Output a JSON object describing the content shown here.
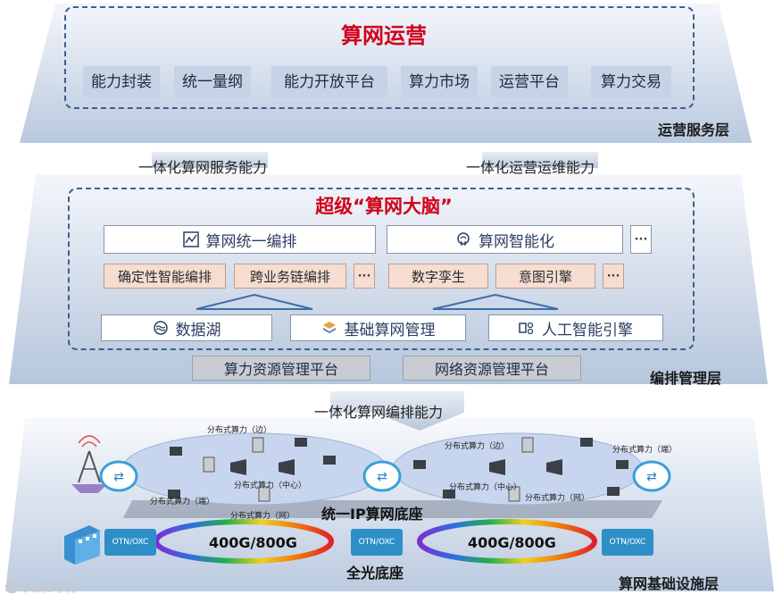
{
  "ops_layer": {
    "title": "算网运营",
    "items": [
      "能力封装",
      "统一量纲",
      "能力开放平台",
      "算力市场",
      "运营平台",
      "算力交易"
    ],
    "layer_label": "运营服务层"
  },
  "connectors_top": {
    "left": "一体化算网服务能力",
    "right": "一体化运营运维能力"
  },
  "brain_layer": {
    "title": "超级“算网大脑”",
    "orchestration": "算网统一编排",
    "intelligence": "算网智能化",
    "ellipsis": "···",
    "left_sub": [
      "确定性智能编排",
      "跨业务链编排"
    ],
    "right_sub": [
      "数字孪生",
      "意图引擎"
    ],
    "bottom": [
      "数据湖",
      "基础算网管理",
      "人工智能引擎"
    ],
    "platforms": [
      "算力资源管理平台",
      "网络资源管理平台"
    ],
    "layer_label": "编排管理层"
  },
  "connector_mid": "一体化算网编排能力",
  "infra_layer": {
    "compute_labels": {
      "edge_left": "分布式算力（边）",
      "center_left": "分布式算力（中心）",
      "end_left": "分布式算力（端）",
      "net_left": "分布式算力（网）",
      "edge_right": "分布式算力（边）",
      "end_right": "分布式算力（端）",
      "center_right": "分布式算力（中心）",
      "net_right": "分布式算力（网）"
    },
    "ip_base": "统一IP算网底座",
    "otn_label": "OTN/OXC",
    "ring_label": "400G/800G",
    "optical_base": "全光底座",
    "layer_label": "算网基础设施层"
  },
  "watermark": "大数跨境",
  "colors": {
    "title_red": "#d0021b",
    "frame_blue": "#3d5f8e",
    "chip_blue": "#c6d3e6",
    "otn_blue": "#2e8fc8",
    "sub_pink": "#f5ddd2"
  }
}
